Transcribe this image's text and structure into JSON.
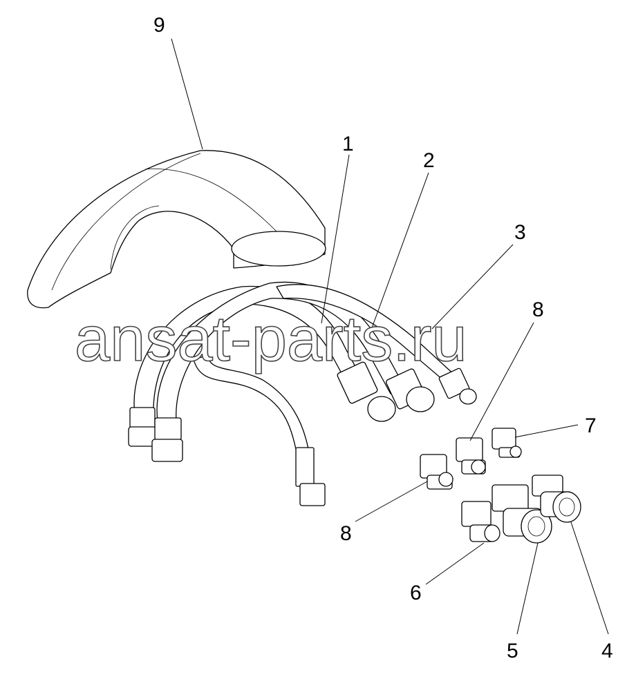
{
  "diagram": {
    "callouts": {
      "c1": "1",
      "c2": "2",
      "c3": "3",
      "c4": "4",
      "c5": "5",
      "c6": "6",
      "c7": "7",
      "c8_top": "8",
      "c8_bottom": "8",
      "c9": "9"
    },
    "watermark": "ansat-parts.ru"
  }
}
